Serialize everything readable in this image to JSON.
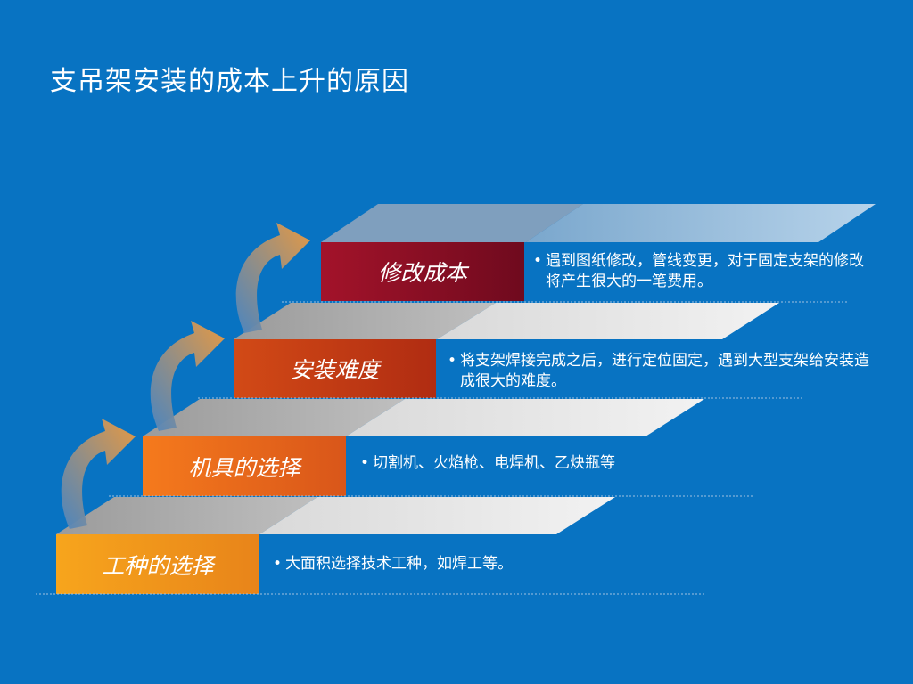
{
  "title": "支吊架安装的成本上升的原因",
  "colors": {
    "background": "#0873c2",
    "step_top_gray": "#a6a6a6",
    "step_top_light": "#e6e6e6",
    "step1": "#f29c20",
    "step2": "#ef6a1d",
    "step3": "#c43a16",
    "step4": "#8c0f24",
    "arrow": "#f2a04a"
  },
  "steps": [
    {
      "label": "修改成本",
      "desc": "遇到图纸修改，管线变更，对于固定支架的修改将产生很大的一笔费用。"
    },
    {
      "label": "安装难度",
      "desc": "将支架焊接完成之后，进行定位固定，遇到大型支架给安装造成很大的难度。"
    },
    {
      "label": "机具的选择",
      "desc": "切割机、火焰枪、电焊机、乙炔瓶等"
    },
    {
      "label": "工种的选择",
      "desc": "大面积选择技术工种，如焊工等。"
    }
  ],
  "bullet_symbol": "•",
  "icons": [
    "curved-up-arrow-icon",
    "curved-up-arrow-icon",
    "curved-up-arrow-icon"
  ]
}
